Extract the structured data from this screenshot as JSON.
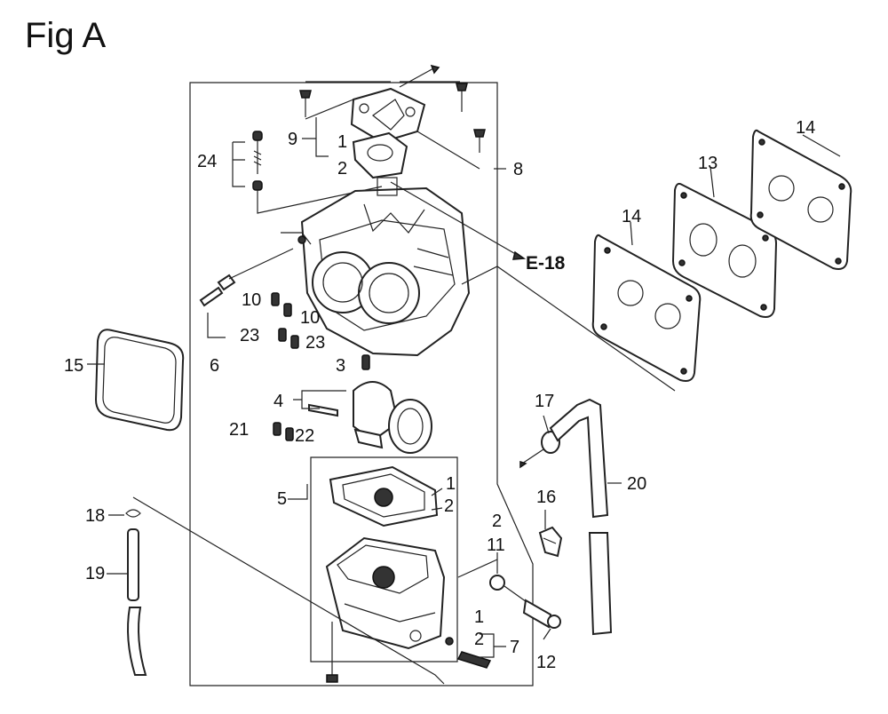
{
  "figure": {
    "title": "Fig A"
  },
  "reference": {
    "label": "E-18"
  },
  "callouts": {
    "c1": "1",
    "c1b": "1",
    "c1c": "1",
    "c2": "2",
    "c2b": "2",
    "c2c": "2",
    "c2d": "2",
    "c3": "3",
    "c4": "4",
    "c5": "5",
    "c6": "6",
    "c7": "7",
    "c8": "8",
    "c9": "9",
    "c10a": "10",
    "c10b": "10",
    "c11": "11",
    "c12": "12",
    "c13": "13",
    "c14a": "14",
    "c14b": "14",
    "c15": "15",
    "c16": "16",
    "c17": "17",
    "c18": "18",
    "c19": "19",
    "c20": "20",
    "c21": "21",
    "c22": "22",
    "c23a": "23",
    "c23b": "23",
    "c24": "24"
  }
}
